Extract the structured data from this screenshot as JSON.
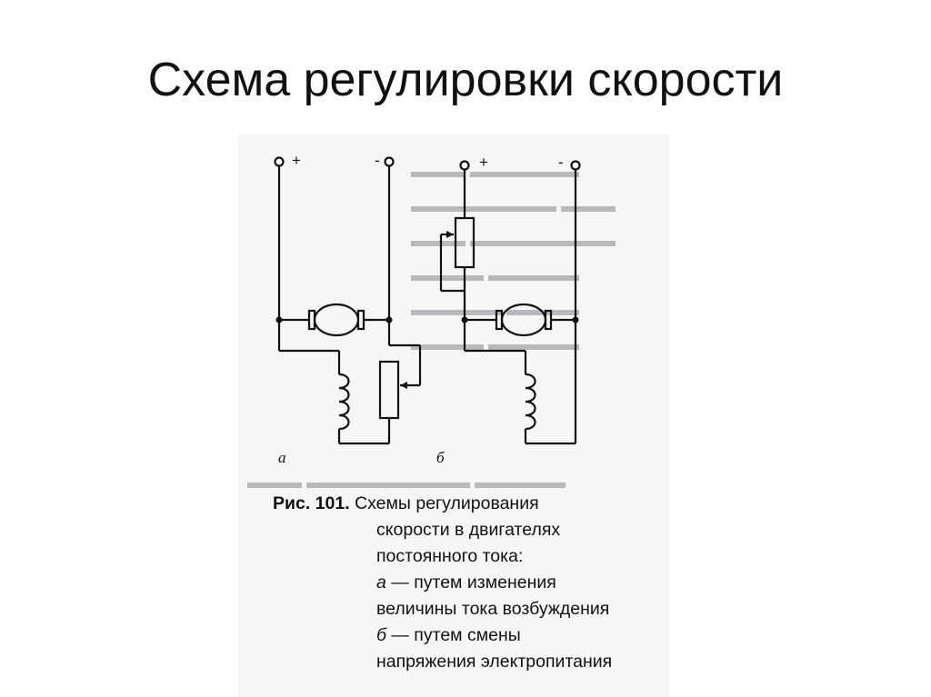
{
  "slide": {
    "title": "Схема регулировки скорости"
  },
  "diagram": {
    "terminals": {
      "a_plus": "+",
      "a_minus": "-",
      "b_plus": "+",
      "b_minus": "-"
    },
    "labels": {
      "a": "а",
      "b": "б"
    }
  },
  "caption": {
    "fig_number": "Рис. 101.",
    "line1_text": "Схемы регулирования",
    "line2": "скорости в двигателях",
    "line3": "постоянного тока:",
    "item_a_letter": "а",
    "item_a_text": " — путем изменения",
    "item_a_cont": "величины тока возбуждения",
    "item_b_letter": "б",
    "item_b_text": " — путем смены",
    "item_b_cont": "напряжения электропитания"
  }
}
